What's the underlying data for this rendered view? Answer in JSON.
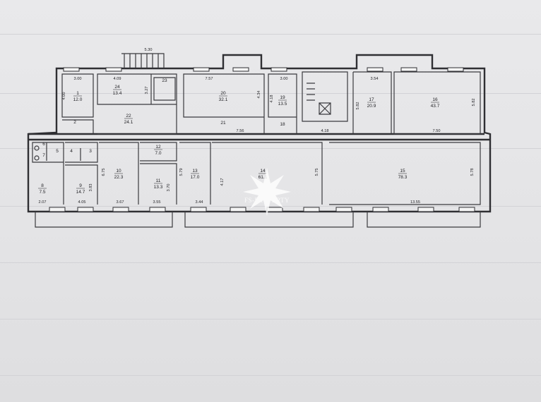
{
  "rooms": [
    {
      "n": "1",
      "a": "12.0"
    },
    {
      "n": "2",
      "a": ""
    },
    {
      "n": "3",
      "a": ""
    },
    {
      "n": "4",
      "a": ""
    },
    {
      "n": "5",
      "a": ""
    },
    {
      "n": "6",
      "a": ""
    },
    {
      "n": "7",
      "a": ""
    },
    {
      "n": "8",
      "a": "7.5"
    },
    {
      "n": "9",
      "a": "14.7"
    },
    {
      "n": "10",
      "a": "22.3"
    },
    {
      "n": "11",
      "a": "13.3"
    },
    {
      "n": "12",
      "a": "7.0"
    },
    {
      "n": "13",
      "a": "17.0"
    },
    {
      "n": "14",
      "a": "61.1"
    },
    {
      "n": "15",
      "a": "78.3"
    },
    {
      "n": "16",
      "a": "43.7"
    },
    {
      "n": "17",
      "a": "20.9"
    },
    {
      "n": "18",
      "a": ""
    },
    {
      "n": "19",
      "a": "13.5"
    },
    {
      "n": "20",
      "a": "32.1"
    },
    {
      "n": "21",
      "a": ""
    },
    {
      "n": "22",
      "a": "24.1"
    },
    {
      "n": "23",
      "a": ""
    },
    {
      "n": "24",
      "a": "13.4"
    }
  ],
  "dims": [
    "5.30",
    "3.00",
    "4.00",
    "4.09",
    "3.27",
    "7.57",
    "4.34",
    "3.00",
    "4.18",
    "3.54",
    "5.82",
    "5.82",
    "7.56",
    "4.18",
    "7.50",
    "6.75",
    "3.83",
    "3.70",
    "5.79",
    "4.17",
    "5.75",
    "5.78",
    "2.07",
    "4.05",
    "3.67",
    "3.55",
    "3.44",
    "13.55"
  ],
  "watermark": "FS-PROPERTY"
}
